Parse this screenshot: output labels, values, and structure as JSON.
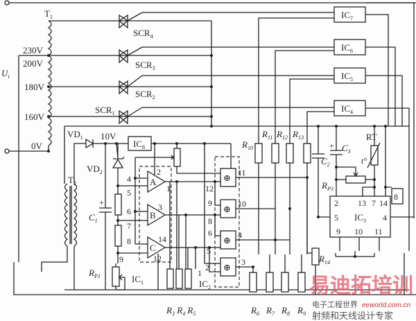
{
  "title": "Thyristor-switched tap-changing AC voltage stabilizer circuit",
  "transformer_main": {
    "label": "T",
    "sub": "1",
    "input_label": "U",
    "input_sub": "i",
    "taps": [
      "230V",
      "200V",
      "180V",
      "160V",
      "0V"
    ]
  },
  "thyristors": [
    {
      "label": "SCR",
      "sub": "4"
    },
    {
      "label": "SCR",
      "sub": "3"
    },
    {
      "label": "SCR",
      "sub": "2"
    },
    {
      "label": "SCR",
      "sub": "1"
    }
  ],
  "drivers": [
    {
      "label": "IC",
      "sub": "7"
    },
    {
      "label": "IC",
      "sub": "6"
    },
    {
      "label": "IC",
      "sub": "5"
    },
    {
      "label": "IC",
      "sub": "4"
    }
  ],
  "power_supply": {
    "transformer": {
      "label": "T",
      "sub": "2"
    },
    "rectifier": {
      "label": "VD",
      "sub": "1"
    },
    "zener": {
      "label": "VD",
      "sub": "2"
    },
    "capacitor": {
      "label": "C",
      "sub": "1"
    },
    "rail_voltage": "10V",
    "regulator": {
      "label": "IC",
      "sub": "8"
    }
  },
  "comparator_ic": {
    "label": "IC",
    "sub": "1",
    "pot": {
      "label": "R",
      "sub": "P1"
    },
    "comparators": [
      "A",
      "B",
      "C"
    ],
    "pins": [
      "2",
      "4",
      "1",
      "5",
      "6",
      "3",
      "7",
      "8",
      "14",
      "9",
      "12"
    ]
  },
  "xor_ic": {
    "label": "IC",
    "sub": "2",
    "gate_symbol": "⊕",
    "pins": [
      "11",
      "12",
      "9",
      "10",
      "8",
      "6",
      "4",
      "5",
      "2",
      "1",
      "3"
    ]
  },
  "resistors": {
    "r3": {
      "label": "R",
      "sub": "3"
    },
    "r4": {
      "label": "R",
      "sub": "4"
    },
    "r5": {
      "label": "R",
      "sub": "5"
    },
    "r6": {
      "label": "R",
      "sub": "6"
    },
    "r7": {
      "label": "R",
      "sub": "7"
    },
    "r8": {
      "label": "R",
      "sub": "8"
    },
    "r9": {
      "label": "R",
      "sub": "9"
    },
    "r10": {
      "label": "R",
      "sub": "10"
    },
    "r11": {
      "label": "R",
      "sub": "11"
    },
    "r12": {
      "label": "R",
      "sub": "12"
    },
    "r13": {
      "label": "R",
      "sub": "13"
    },
    "r14": {
      "label": "R",
      "sub": "14"
    }
  },
  "timer_ic": {
    "label": "IC",
    "sub": "3",
    "c2": {
      "label": "C",
      "sub": "2"
    },
    "c3": {
      "label": "C",
      "sub": "3"
    },
    "thermistor": "RT",
    "thermistor_symbol": "t°",
    "pot": {
      "label": "R",
      "sub": "P3"
    },
    "pins": [
      "2",
      "13",
      "7",
      "14",
      "5",
      "4",
      "9",
      "10",
      "11",
      "8"
    ]
  },
  "watermark": {
    "brand": "易迪拓培训",
    "site_name": "电子工程世界",
    "url": "eeworld.com.cn",
    "slogan": "射频和天线设计专家"
  }
}
